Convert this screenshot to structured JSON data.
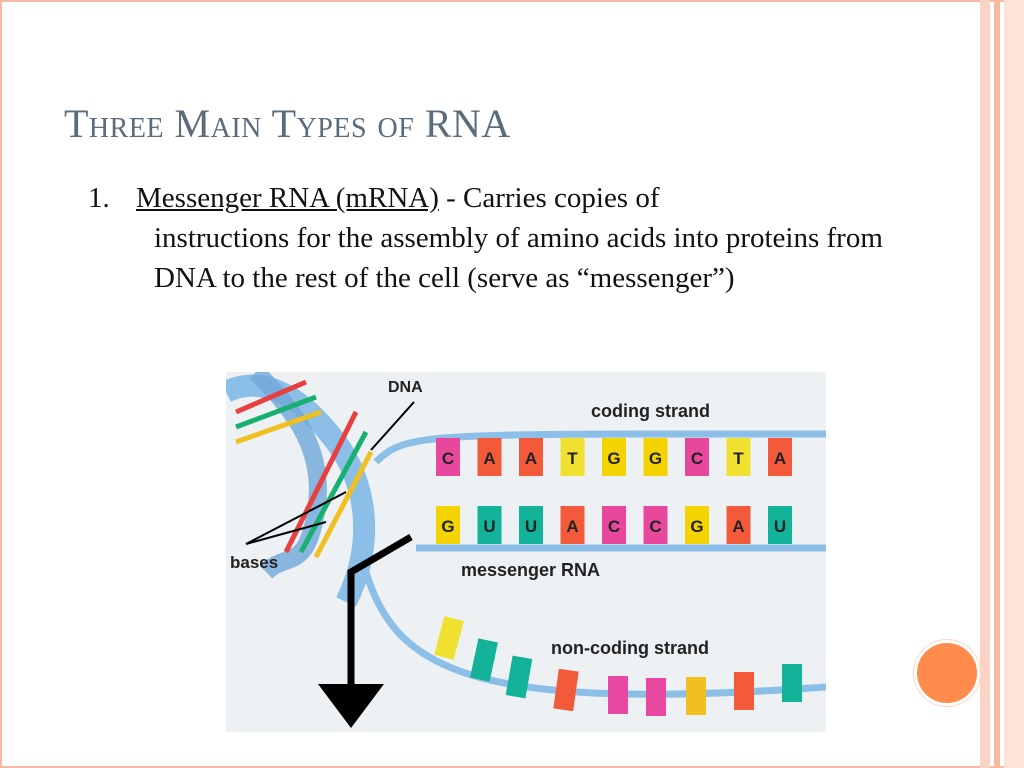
{
  "slide": {
    "title": "Three Main Types of RNA",
    "item_number": "1.",
    "term": "Messenger RNA (mRNA)",
    "definition_line1": " - Carries copies of",
    "definition_rest": "instructions for the assembly of amino acids into proteins from DNA to the rest of the cell (serve as “messenger”)"
  },
  "figure": {
    "label_dna": "DNA",
    "label_coding": "coding strand",
    "label_bases": "bases",
    "label_mrna": "messenger RNA",
    "label_noncoding": "non-coding strand",
    "coding_bases": [
      "C",
      "A",
      "A",
      "T",
      "G",
      "G",
      "C",
      "T",
      "A"
    ],
    "mrna_bases": [
      "G",
      "U",
      "U",
      "A",
      "C",
      "C",
      "G",
      "A",
      "U"
    ]
  },
  "colors": {
    "accent_border": "#f6b9a4",
    "title": "#5a6b7b",
    "orange_dot": "#ff8c4d",
    "base_C": "#e8489c",
    "base_A": "#f25a3a",
    "base_T": "#f0e030",
    "base_G": "#f4d400",
    "base_U": "#13b39a"
  }
}
